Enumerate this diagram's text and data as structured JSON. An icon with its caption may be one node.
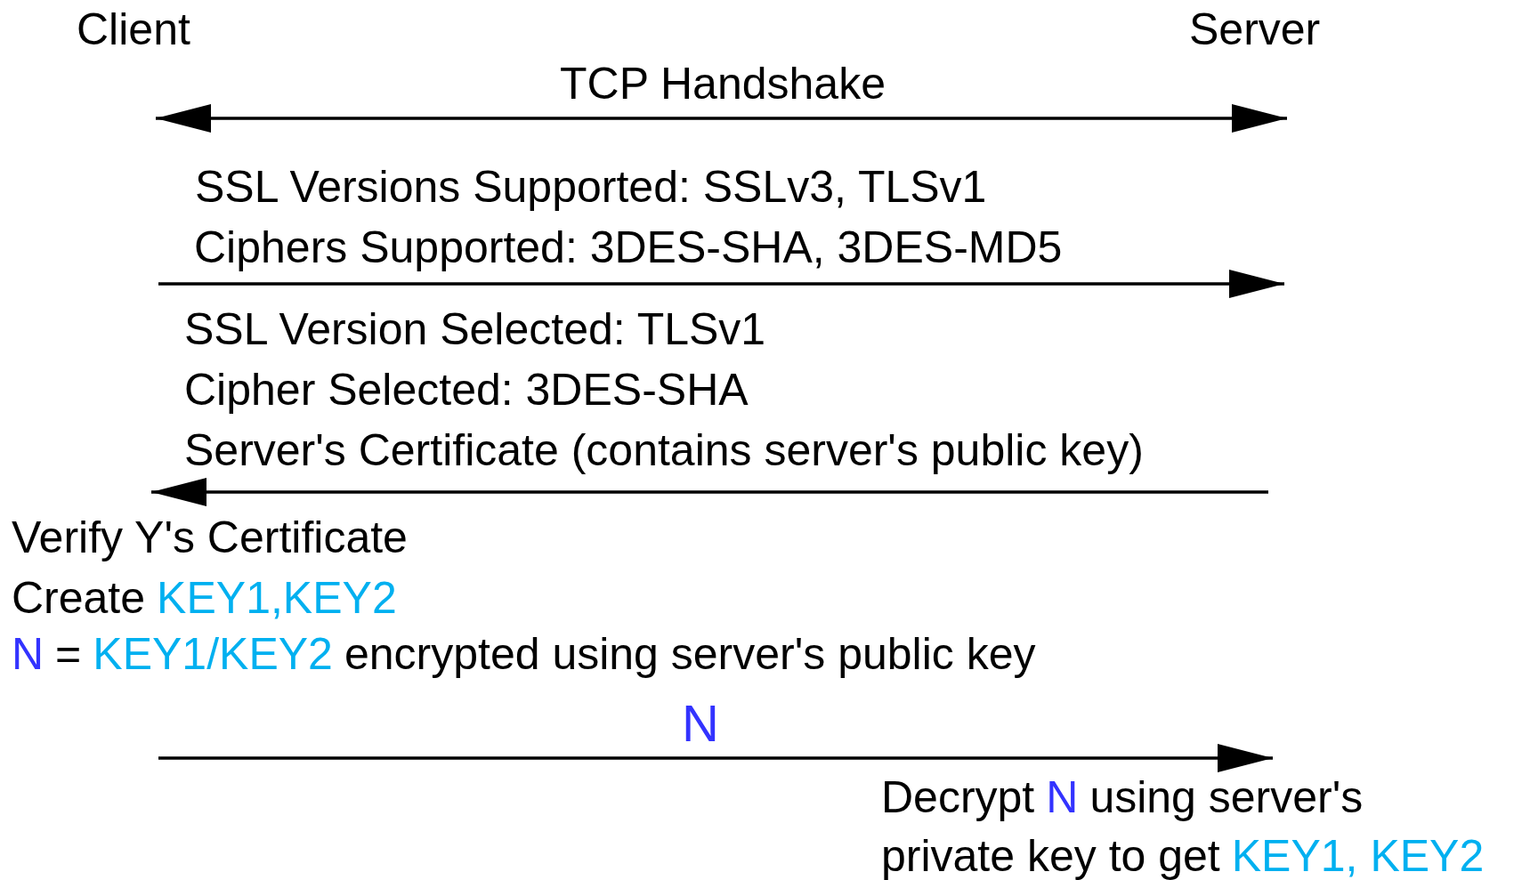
{
  "diagram": {
    "labels": [
      "Client",
      "Server",
      "TCP Handshake",
      "SSL Versions Supported: SSLv3, TLSv1",
      "Ciphers Supported: 3DES-SHA, 3DES-MD5",
      "SSL Version Selected: TLSv1",
      "Cipher Selected: 3DES-SHA",
      "Server's Certificate (contains server's public key)",
      "Verify Y's Certificate",
      "Create",
      "KEY1,KEY2",
      "N",
      "=",
      "KEY1/KEY2",
      "encrypted using server's public key",
      "N",
      "Decrypt",
      "N",
      "using server's",
      "private key to get",
      "KEY1, KEY2"
    ]
  }
}
